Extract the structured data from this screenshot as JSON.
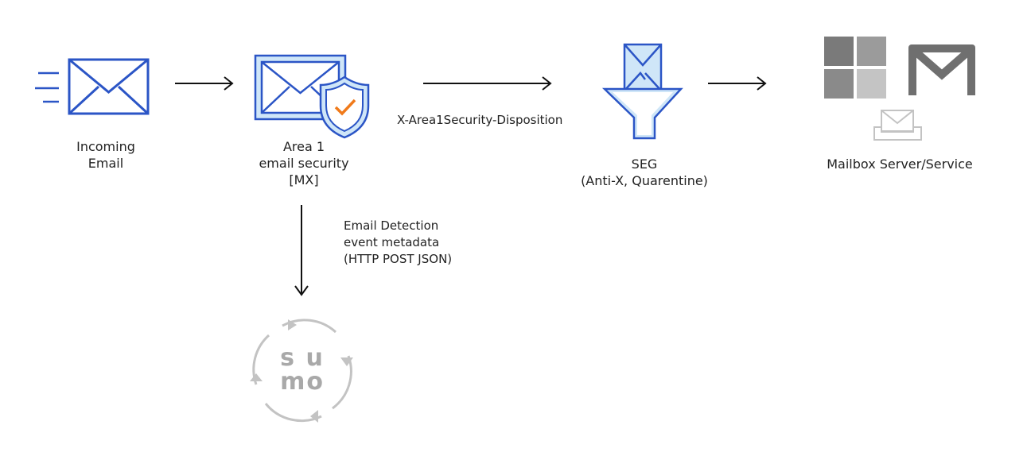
{
  "nodes": {
    "incoming": {
      "lines": [
        "Incoming",
        "Email"
      ]
    },
    "area1": {
      "lines": [
        "Area 1",
        "email security",
        "[MX]"
      ]
    },
    "seg": {
      "lines": [
        "SEG",
        "(Anti-X, Quarentine)"
      ]
    },
    "mailbox": {
      "lines": [
        "Mailbox Server/Service"
      ]
    },
    "sumo": {
      "logo_text": [
        "s u",
        "mo"
      ]
    }
  },
  "edges": {
    "area1_to_seg": "X-Area1Security-Disposition",
    "area1_to_sumo": [
      "Email Detection",
      "event metadata",
      "(HTTP POST JSON)"
    ]
  },
  "colors": {
    "blue": "#2b55c6",
    "light_blue": "#cfe6f8",
    "orange": "#f07a1a",
    "gray_dark": "#6f6f6f",
    "gray_mid": "#8c8c8c",
    "gray_light": "#c3c3c3",
    "arrow": "#111111"
  }
}
